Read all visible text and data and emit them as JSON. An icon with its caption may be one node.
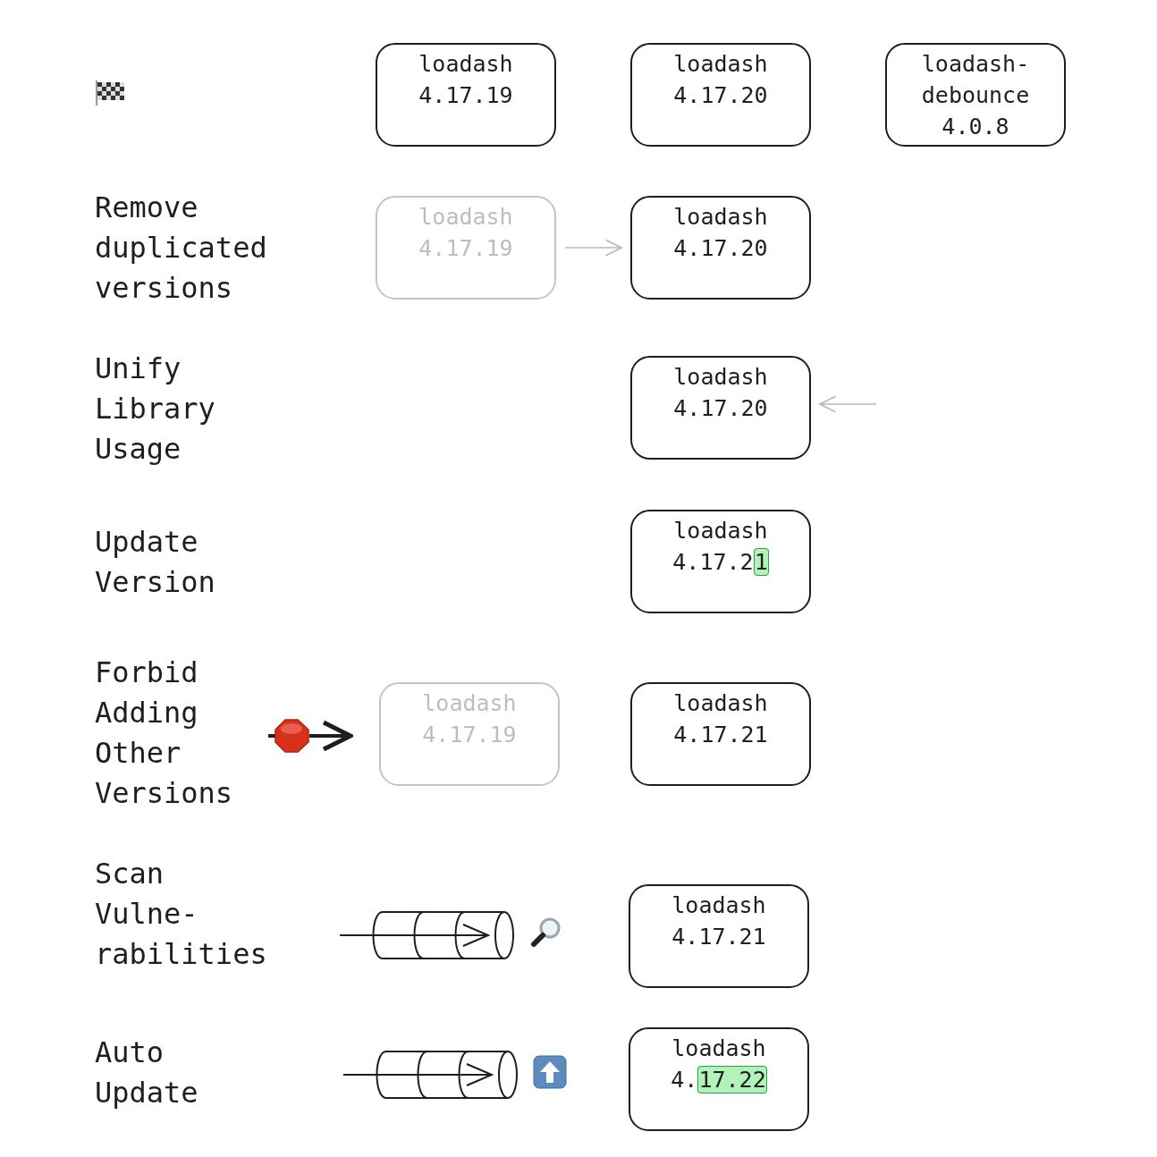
{
  "diagram": {
    "nodes": [
      {
        "text": [
          "loadash",
          "4.17.19"
        ]
      },
      {
        "text": [
          "loadash",
          "4.17.20"
        ]
      },
      {
        "text": [
          "loadash-debounce",
          "4.0.8"
        ]
      },
      {
        "text": [
          "loadash",
          "4.17.19"
        ]
      },
      {
        "text": [
          "loadash",
          "4.17.20"
        ]
      },
      {
        "text": [
          "loadash",
          "4.17.20"
        ]
      },
      {
        "text": [
          "loadash",
          "4.17.21"
        ]
      },
      {
        "text": [],
        "shape": "octagon"
      },
      {
        "text": [
          "loadash",
          "4.17.19"
        ]
      },
      {
        "text": [
          "loadash",
          "4.17.21"
        ]
      },
      {
        "text": [
          "loadash",
          "4.17.21"
        ]
      },
      {
        "text": [
          "loadash",
          "4.17.22"
        ]
      }
    ],
    "edges": [
      {
        "from": 3,
        "to": 4,
        "arrow": "to"
      },
      {
        "from": null,
        "to": 5,
        "arrow": "to"
      },
      {
        "from": 7,
        "to": 8,
        "arrow": "to",
        "style": "thick",
        "color": "#1e1e1e"
      }
    ],
    "labels": [
      "Remove duplicated versions",
      "Unify Library Usage",
      "Update Version",
      "Forbid Adding Other Versions",
      "Scan Vulne- rabilities",
      "Auto Update"
    ]
  }
}
